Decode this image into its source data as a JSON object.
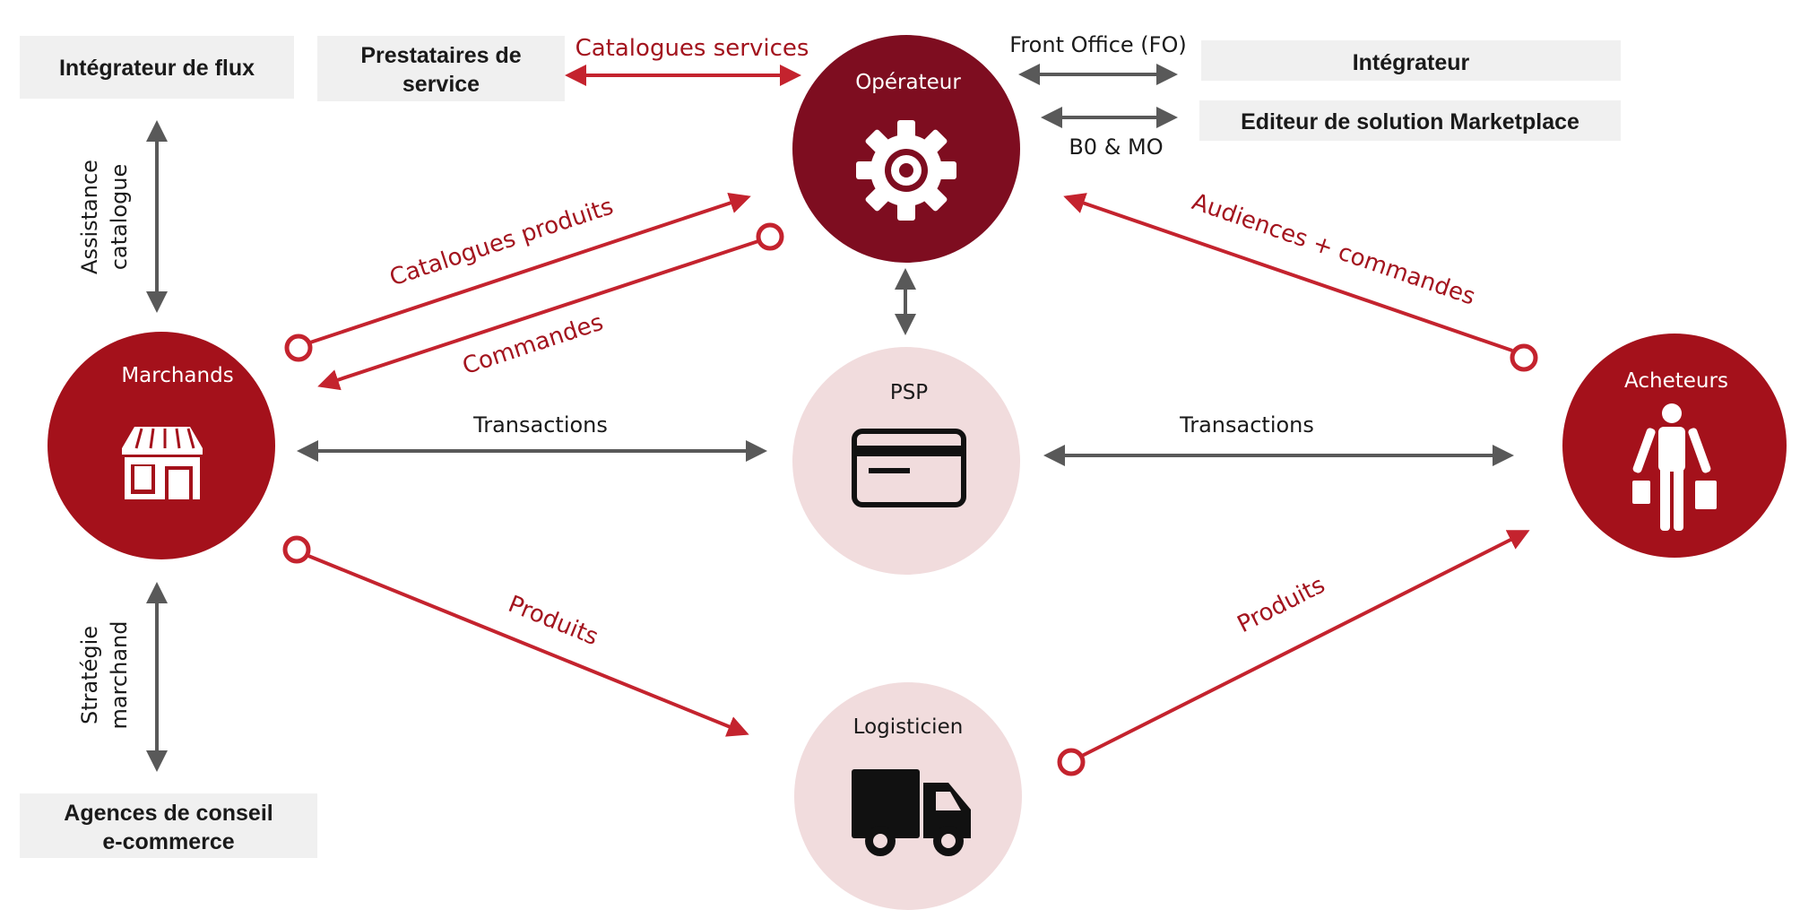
{
  "colors": {
    "operator": "#7e0d20",
    "merchant": "#a4111b",
    "pale_node": "#f1dcdd",
    "box_fill": "#f0f0f0",
    "red_flow": "#c4232e",
    "grey_flow": "#595959"
  },
  "nodes": {
    "operateur": "Opérateur",
    "marchands": "Marchands",
    "acheteurs": "Acheteurs",
    "psp": "PSP",
    "logisticien": "Logisticien"
  },
  "boxes": {
    "integrateur_flux": "Intégrateur de flux",
    "prestataires_line1": "Prestataires de",
    "prestataires_line2": "service",
    "integrateur": "Intégrateur",
    "editeur": "Editeur de solution Marketplace",
    "agences_line1": "Agences de conseil",
    "agences_line2": "e-commerce"
  },
  "flows": {
    "catalogues_services": "Catalogues services",
    "front_office": "Front Office (FO)",
    "bo_mo": "B0 & MO",
    "assistance_line1": "Assistance",
    "assistance_line2": "catalogue",
    "strategie_line1": "Stratégie",
    "strategie_line2": "marchand",
    "catalogues_produits": "Catalogues produits",
    "commandes": "Commandes",
    "audiences_commandes": "Audiences + commandes",
    "transactions_left": "Transactions",
    "transactions_right": "Transactions",
    "produits_left": "Produits",
    "produits_right": "Produits"
  },
  "icons": {
    "operateur": "gear-icon",
    "marchands": "storefront-icon",
    "acheteurs": "shopper-with-bags-icon",
    "psp": "credit-card-icon",
    "logisticien": "delivery-truck-icon"
  }
}
